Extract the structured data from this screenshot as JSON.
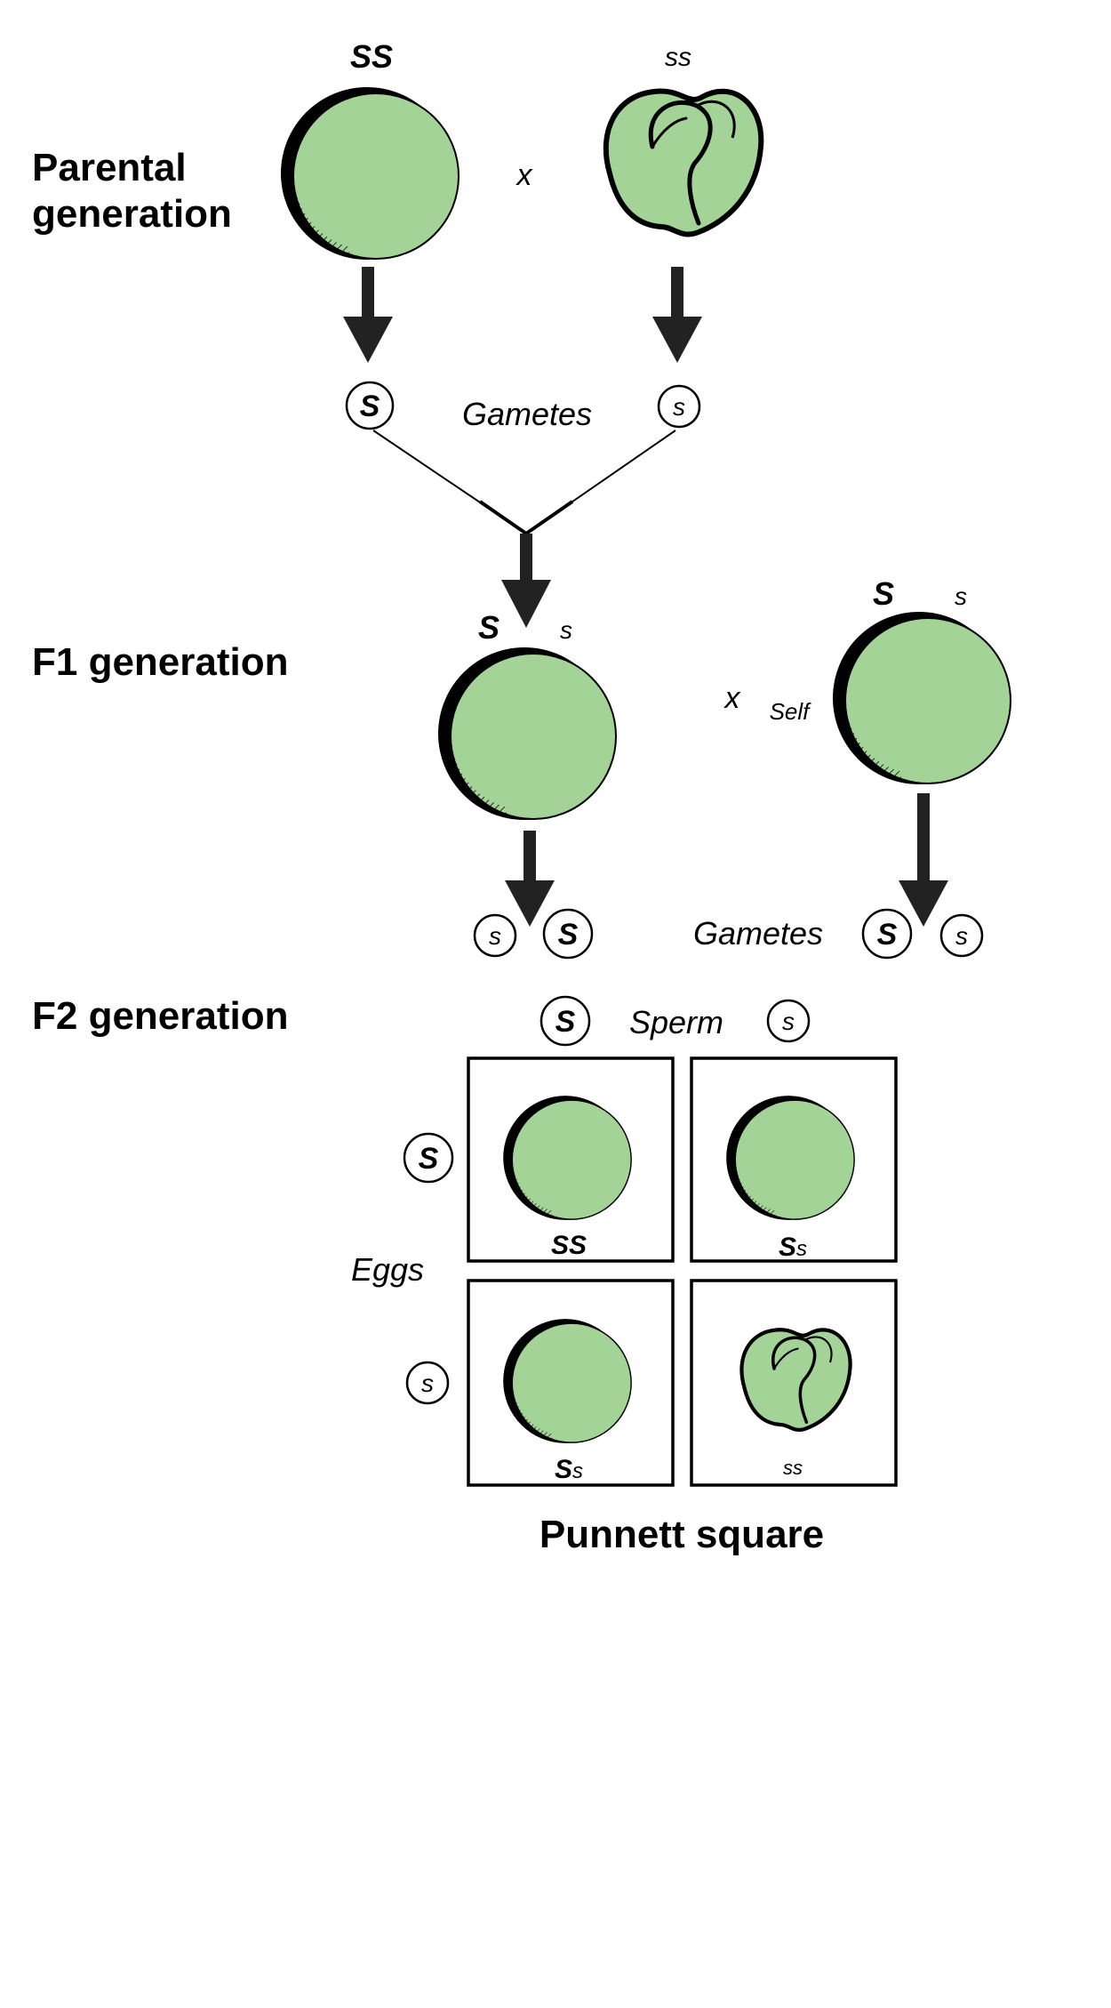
{
  "generations": {
    "parental_line1": "Parental",
    "parental_line2": "generation",
    "f1": "F1 generation",
    "f2": "F2 generation"
  },
  "parental": {
    "left_genotype": "SS",
    "right_genotype": "ss",
    "cross_symbol": "x",
    "left_gamete": "S",
    "right_gamete": "s",
    "gametes_label": "Gametes"
  },
  "f1": {
    "left_allele_big": "S",
    "left_allele_small": "s",
    "right_allele_big": "S",
    "right_allele_small": "s",
    "cross_symbol": "x",
    "self_label": "Self",
    "gametes_label": "Gametes",
    "left_gamete_small": "s",
    "left_gamete_big": "S",
    "right_gamete_big": "S",
    "right_gamete_small": "s"
  },
  "punnett": {
    "title": "Punnett square",
    "sperm_label": "Sperm",
    "eggs_label": "Eggs",
    "sperm_big": "S",
    "sperm_small": "s",
    "egg_big": "S",
    "egg_small": "s",
    "cell_ss_big": "SS",
    "cell_ss_mixed_1_big": "S",
    "cell_ss_mixed_1_small": "s",
    "cell_ss_mixed_2_big": "S",
    "cell_ss_mixed_2_small": "s",
    "cell_ss_small": "ss"
  },
  "colors": {
    "pea_fill": "#a3d397",
    "outline": "#000000",
    "arrow": "#222222"
  }
}
